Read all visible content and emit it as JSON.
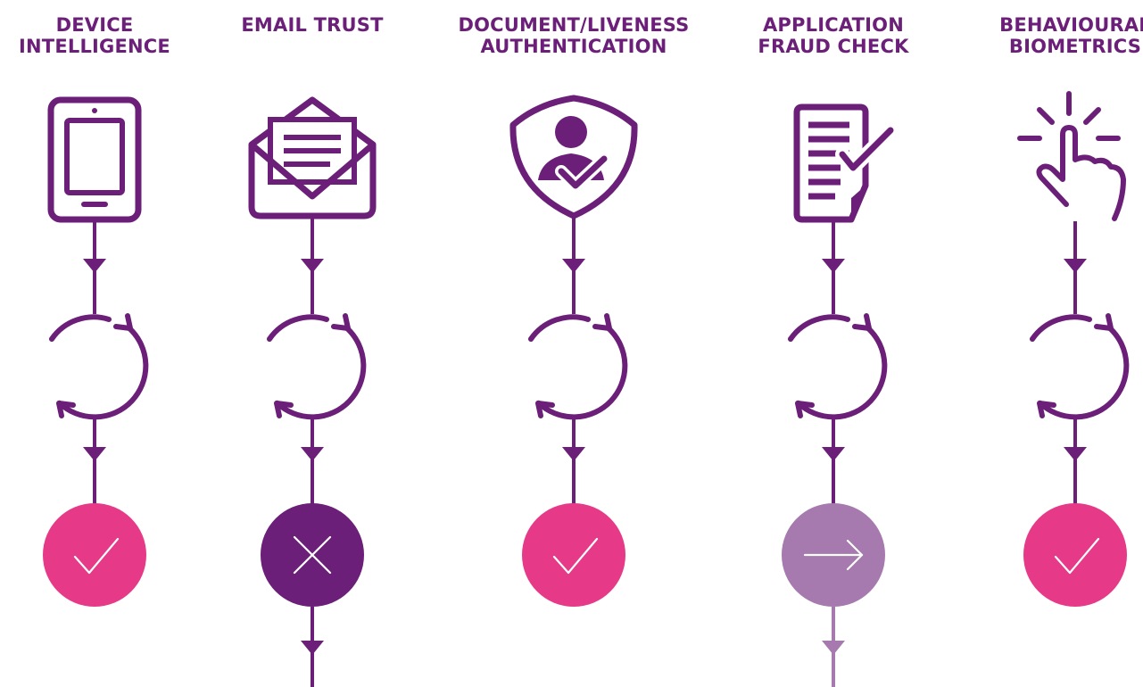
{
  "colors": {
    "purple": "#6b1f78",
    "pink": "#e63a88",
    "lilac": "#a67aae"
  },
  "steps": [
    {
      "title": "DEVICE\nINTELLIGENCE",
      "icon": "tablet-icon",
      "result": "pass",
      "result_icon": "checkmark-icon",
      "continues": false
    },
    {
      "title": "EMAIL TRUST",
      "icon": "open-envelope-icon",
      "result": "fail",
      "result_icon": "cross-icon",
      "continues": true
    },
    {
      "title": "DOCUMENT/LIVENESS\nAUTHENTICATION",
      "icon": "id-shield-icon",
      "result": "pass",
      "result_icon": "checkmark-icon",
      "continues": false
    },
    {
      "title": "APPLICATION\nFRAUD CHECK",
      "icon": "document-check-icon",
      "result": "refer",
      "result_icon": "arrow-right-icon",
      "continues": true
    },
    {
      "title": "BEHAVIOURAL\nBIOMETRICS",
      "icon": "touch-hand-icon",
      "result": "pass",
      "result_icon": "checkmark-icon",
      "continues": false
    }
  ]
}
